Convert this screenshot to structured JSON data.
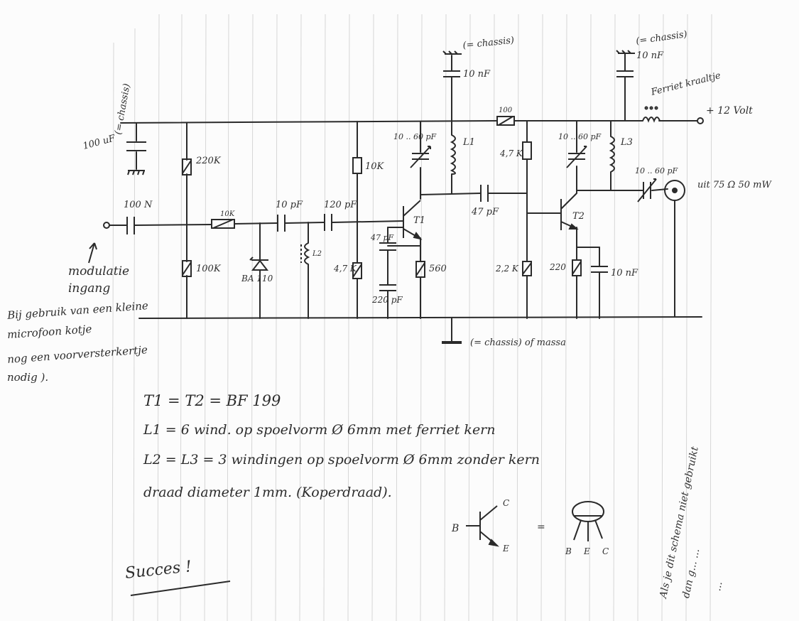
{
  "circuit": {
    "labels": {
      "c_left_value": "100 uF",
      "c_left_tag": "(= chassis)",
      "r_220k": "220K",
      "r_10k_top": "10K",
      "c_top_mid_tag": "(= chassis)",
      "c_top_mid": "10 nF",
      "r_100": "100",
      "c_top_right_tag": "(= chassis)",
      "c_top_right": "10 nF",
      "ferrite_bead": "Ferriet kraaltje",
      "supply": "+ 12 Volt",
      "trim_c1": "10 .. 60 pF",
      "l1": "L1",
      "r_4k7_top": "4,7 K",
      "trim_c2": "10 .. 60 pF",
      "l3": "L3",
      "trim_c3": "10 .. 60 pF",
      "output": "uit 75 Ω 50 mW",
      "c_in": "100 N",
      "r_10k_series": "10K",
      "c_10pf": "10 pF",
      "c_120pf": "120 pF",
      "c_47pf_a": "47 pF",
      "t1": "T1",
      "c_47pf_b": "47 pF",
      "t2": "T2",
      "r_100k": "100K",
      "varicap": "BA 110",
      "l2": "L2",
      "r_4k7_bottom": "4,7 K",
      "r_560": "560",
      "c_220pf": "220 pF",
      "r_2k2": "2,2 K",
      "r_220": "220",
      "c_10nf_bottom": "10 nF",
      "ground": "(= chassis) of massa",
      "pinout_b": "B",
      "pinout_c": "C",
      "pinout_e": "E",
      "pinout_eq": "=",
      "pin_b": "B",
      "pin_e": "E",
      "pin_c": "C"
    },
    "input_note": [
      "modulatie",
      "ingang"
    ],
    "mic_note": [
      "Bij gebruik van een kleine",
      "microfoon kotje",
      "nog een voorversterkertje",
      "nodig )."
    ],
    "parts_notes": [
      "T1 = T2 = BF 199",
      "L1 = 6 wind. op spoelvorm Ø 6mm met ferriet kern",
      "L2 = L3 = 3 windingen op spoelvorm Ø 6mm zonder kern",
      "draad diameter 1mm. (Koperdraad)."
    ],
    "signature": "Succes !",
    "side_note": [
      "Als je dit schema niet gebruikt",
      "dan g... ...",
      "..."
    ]
  }
}
